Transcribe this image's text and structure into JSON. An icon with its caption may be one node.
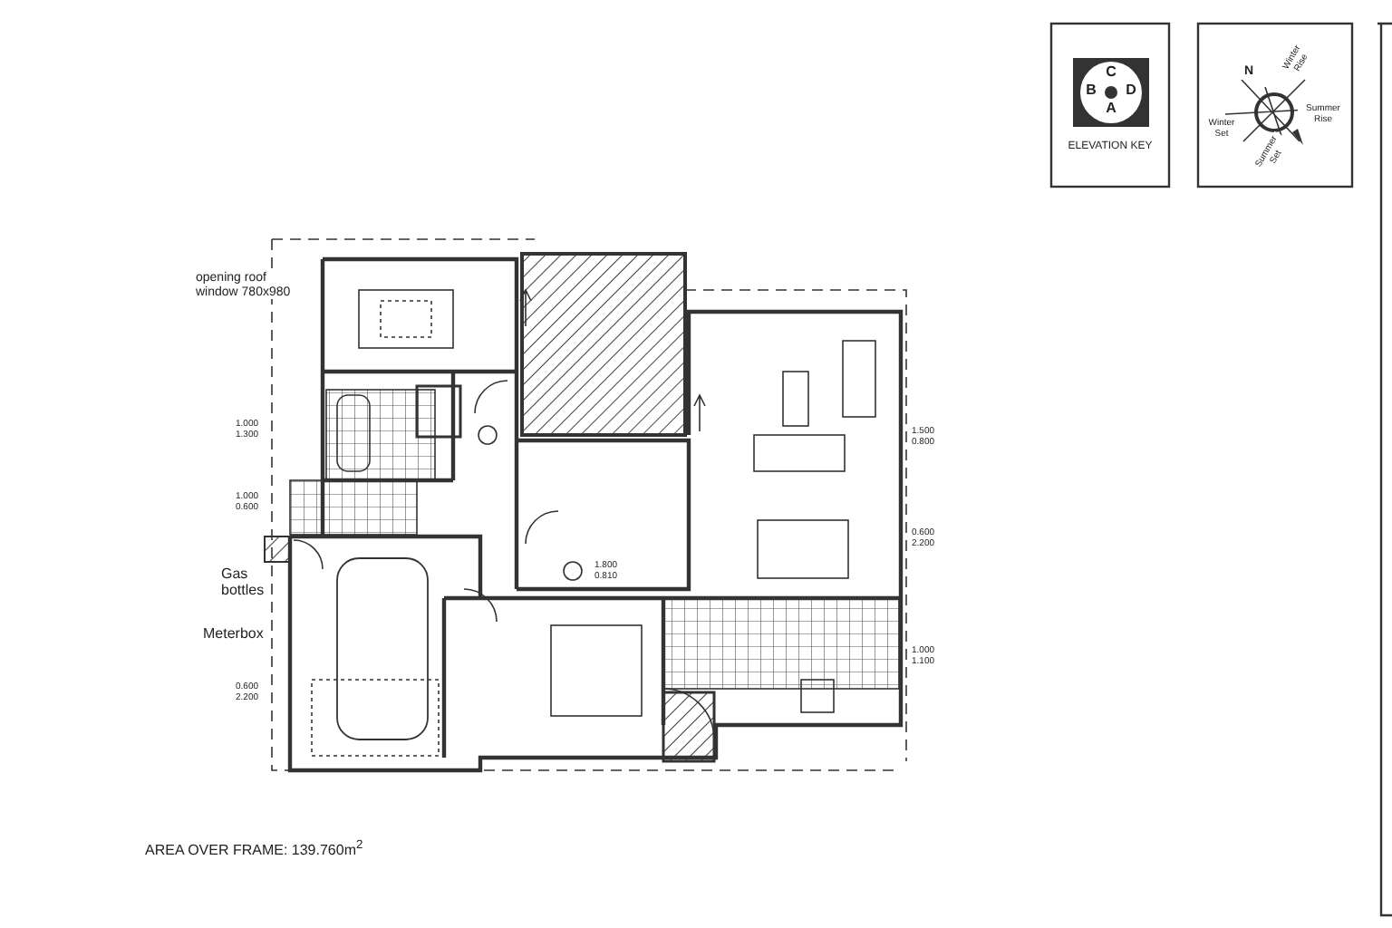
{
  "diagram": {
    "labels": [
      "C",
      "B",
      "D",
      "A",
      "ELEVATION KEY",
      "N",
      "Winter Rise",
      "Summer Rise",
      "Winter Set",
      "Summer Set",
      "opening roof window 780x980",
      "1.000 1.300",
      "1.000 0.600",
      "Gas bottles",
      "Meterbox",
      "0.600 2.200",
      "1.800 0.810",
      "1.500 0.800",
      "0.600 2.200",
      "1.000 1.100",
      "AREA OVER FRAME: 139.760m$^{2}$"
    ]
  }
}
